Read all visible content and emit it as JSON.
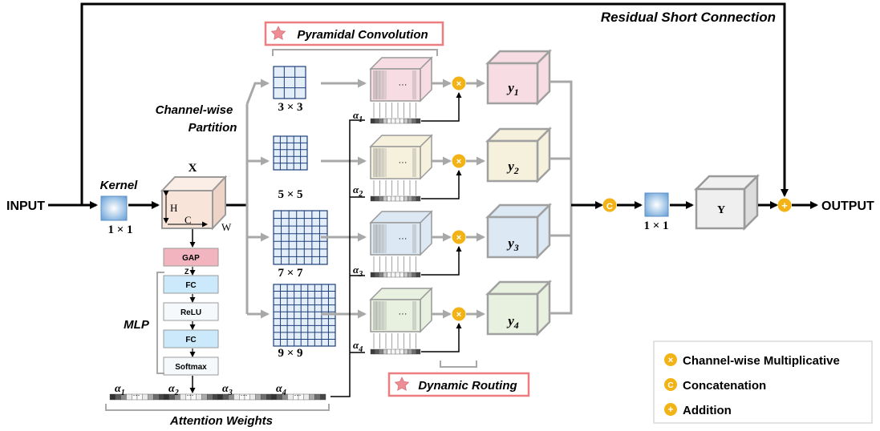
{
  "labels": {
    "input": "INPUT",
    "output": "OUTPUT",
    "residual": "Residual Short Connection",
    "kernel": "Kernel",
    "kernel_size": "1 × 1",
    "x": "X",
    "h": "H",
    "c": "C",
    "w": "W",
    "channel_wise": "Channel-wise",
    "partition": "Partition",
    "pyramidal": "Pyramidal Convolution",
    "dynamic": "Dynamic Routing",
    "mlp": "MLP",
    "attention_weights": "Attention Weights",
    "z": "Z",
    "gap": "GAP",
    "fc1": "FC",
    "relu": "ReLU",
    "fc2": "FC",
    "softmax": "Softmax",
    "out_kernel_size": "1 × 1",
    "y_big": "Y",
    "ellipsis": "···"
  },
  "kernels": [
    "3 × 3",
    "5 × 5",
    "7 × 7",
    "9 × 9"
  ],
  "alpha_base": "α",
  "alpha_subs": [
    "1",
    "2",
    "3",
    "4"
  ],
  "y_base": "y",
  "y_subs": [
    "1",
    "2",
    "3",
    "4"
  ],
  "legend": {
    "multiply_symbol": "×",
    "multiply": "Channel-wise Multiplicative",
    "concat_symbol": "C",
    "concat": "Concatenation",
    "add_symbol": "+",
    "add": "Addition"
  },
  "colors": {
    "branch_fills": [
      "#f7dde3",
      "#f5f1dc",
      "#dce9f4",
      "#e8f0df"
    ],
    "x_fill": "#f8e4d8",
    "operator": "#f2b316",
    "highlight_border": "#ee7d80",
    "star": "#ee8d95",
    "gap_fill": "#f2b5bf",
    "fc_fill": "#cbe9fb",
    "kernel_line": "#1d3e7a",
    "kernel_fill": "#e4eef8"
  }
}
